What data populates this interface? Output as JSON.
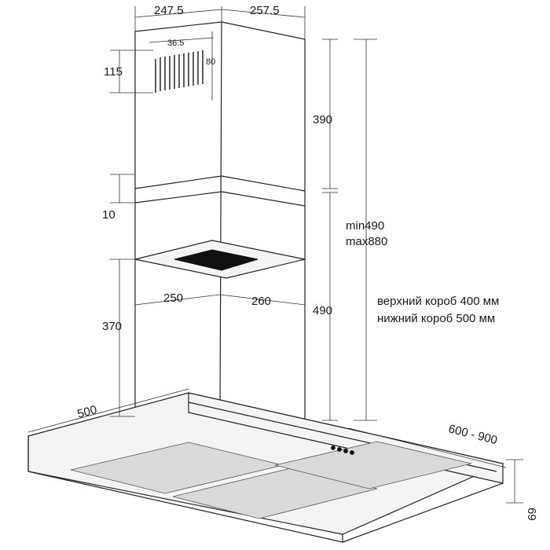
{
  "dimensions": {
    "upper_width_left": "247.5",
    "upper_width_right": "257.5",
    "grill_width": "36.5",
    "grill_height": "80",
    "grill_offset": "115",
    "upper_box_height": "390",
    "overlap": "10",
    "total_range": [
      "min490",
      "max880"
    ],
    "lower_width_left": "250",
    "lower_width_right": "260",
    "lower_box_height": "490",
    "canopy_height": "370",
    "canopy_depth": "500",
    "canopy_width": "600 - 900",
    "hood_height": "69"
  },
  "notes": {
    "upper_box": "верхний короб 400 мм",
    "lower_box": "нижний короб 500 мм"
  }
}
